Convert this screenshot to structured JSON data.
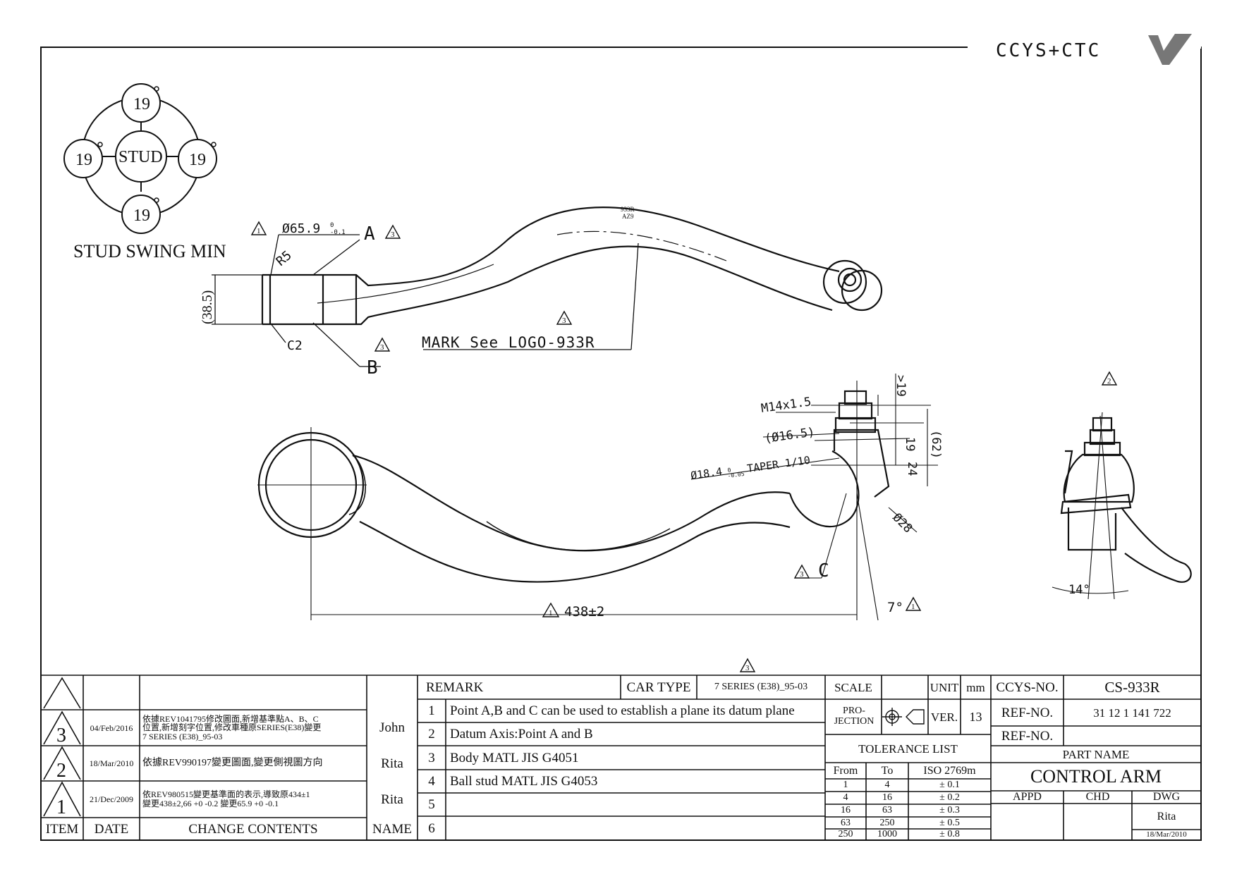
{
  "brand": {
    "logo_text": "CCYS+CTC"
  },
  "stud_swing": {
    "label": "STUD SWING MIN",
    "center": "STUD",
    "top": "19",
    "left": "19",
    "right": "19",
    "bottom": "19"
  },
  "dimensions": {
    "dia_65": "Ø65.9",
    "dia_65_tol_upper": "0",
    "dia_65_tol_lower": "-0.1",
    "r5": "R5",
    "dim_38": "(38.5)",
    "c2": "C2",
    "mark_note": "MARK See LOGO-933R",
    "part_stamp_1": "933R",
    "part_stamp_2": "AZ9",
    "m14": "M14x1.5",
    "dia_16": "(Ø16.5)",
    "dia_18": "Ø18.4",
    "dia_18_tol_upper": "0",
    "dia_18_tol_lower": "-0.05",
    "taper": "TAPER 1/10",
    "gt19": ">19",
    "v19": "19",
    "v24": "24",
    "v62": "(62)",
    "dia_28": "Ø28",
    "len_438": "438±2",
    "angle_7": "7°",
    "angle_14": "14°"
  },
  "revision_markers": {
    "rev_a": "3",
    "rev_mark": "3",
    "rev_b": "3",
    "rev_65": "1",
    "rev_c": "3",
    "rev_438": "1",
    "rev_7": "1",
    "rev_side": "2",
    "rev_table": "3"
  },
  "datum_labels": {
    "a": "A",
    "b": "B",
    "c": "C"
  },
  "revision_table": {
    "headers": {
      "item": "ITEM",
      "date": "DATE",
      "contents": "CHANGE CONTENTS",
      "name": "NAME"
    },
    "rows": [
      {
        "item": "3",
        "date": "04/Feb/2016",
        "line1": "依據REV1041795修改圖面,新增基準點A、B、C",
        "line2": "位置,新增刻字位置,修改車種原SERIES(E38)變更",
        "line3": "7 SERIES (E38)_95-03",
        "name": "John"
      },
      {
        "item": "2",
        "date": "18/Mar/2010",
        "line1": "依據REV990197變更圖面,變更側視圖方向",
        "line2": "",
        "line3": "",
        "name": "Rita"
      },
      {
        "item": "1",
        "date": "21/Dec/2009",
        "line1": "依REV980515變更基準面的表示,導致原434±1",
        "line2": "變更438±2,66 +0 -0.2 變更65.9 +0 -0.1",
        "line3": "",
        "name": "Rita"
      }
    ]
  },
  "remarks": {
    "remark_label": "REMARK",
    "car_type_label": "CAR TYPE",
    "car_type": "7 SERIES (E38)_95-03",
    "items": [
      {
        "no": "1",
        "text": "Point A,B and C can be used to establish a plane its datum plane"
      },
      {
        "no": "2",
        "text": "Datum Axis:Point A and B"
      },
      {
        "no": "3",
        "text": "Body MATL JIS G4051"
      },
      {
        "no": "4",
        "text": "Ball stud MATL JIS G4053"
      },
      {
        "no": "5",
        "text": ""
      },
      {
        "no": "6",
        "text": ""
      }
    ]
  },
  "scale_block": {
    "scale_label": "SCALE",
    "scale_value": "",
    "unit_label": "UNIT",
    "unit_value": "mm",
    "projection_l1": "PRO-",
    "projection_l2": "JECTION",
    "ver_label": "VER.",
    "ver_value": "13"
  },
  "tolerance": {
    "title": "TOLERANCE LIST",
    "headers": {
      "from": "From",
      "to": "To",
      "std": "ISO 2769m"
    },
    "rows": [
      {
        "from": "1",
        "to": "4",
        "tol": "± 0.1"
      },
      {
        "from": "4",
        "to": "16",
        "tol": "± 0.2"
      },
      {
        "from": "16",
        "to": "63",
        "tol": "± 0.3"
      },
      {
        "from": "63",
        "to": "250",
        "tol": "± 0.5"
      },
      {
        "from": "250",
        "to": "1000",
        "tol": "± 0.8"
      }
    ]
  },
  "title_block": {
    "ccys_label": "CCYS-NO.",
    "ccys_value": "CS-933R",
    "ref1_label": "REF-NO.",
    "ref1_value": "31 12 1 141 722",
    "ref2_label": "REF-NO.",
    "ref2_value": "",
    "part_name_label": "PART NAME",
    "part_name": "CONTROL ARM",
    "appd": "APPD",
    "chd": "CHD",
    "dwg": "DWG",
    "dwg_name": "Rita",
    "dwg_date": "18/Mar/2010"
  }
}
